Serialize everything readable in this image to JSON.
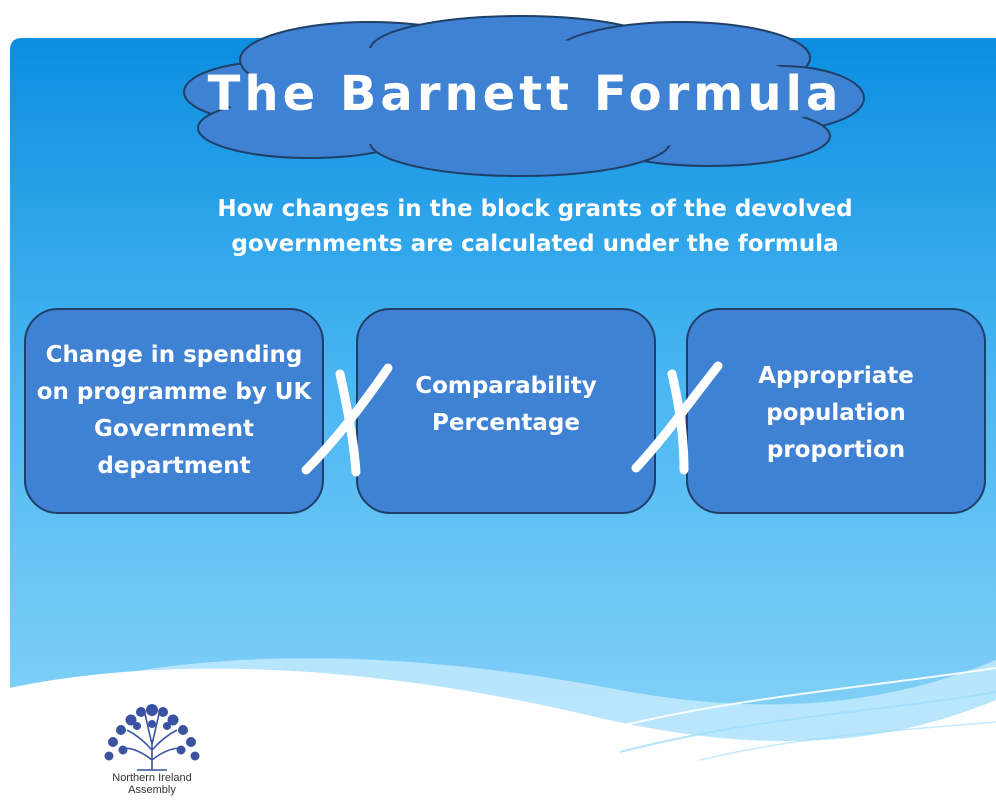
{
  "slide": {
    "title": "The Barnett Formula",
    "subtitle": "How changes in the block grants of the devolved governments are calculated under the formula"
  },
  "formula": {
    "terms": [
      "Change in spending on programme by UK Government department",
      "Comparability Percentage",
      "Appropriate population proportion"
    ],
    "operator": "multiply"
  },
  "logo": {
    "line1": "Northern Ireland",
    "line2": "Assembly"
  },
  "colors": {
    "background_top": "#0b8ee0",
    "background_bottom": "#8fd7f9",
    "box_fill": "#3f82d4",
    "box_border": "#1f3f66",
    "cloud_fill": "#3f82d4",
    "text": "#ffffff",
    "logo_flower": "#3a52a0"
  }
}
